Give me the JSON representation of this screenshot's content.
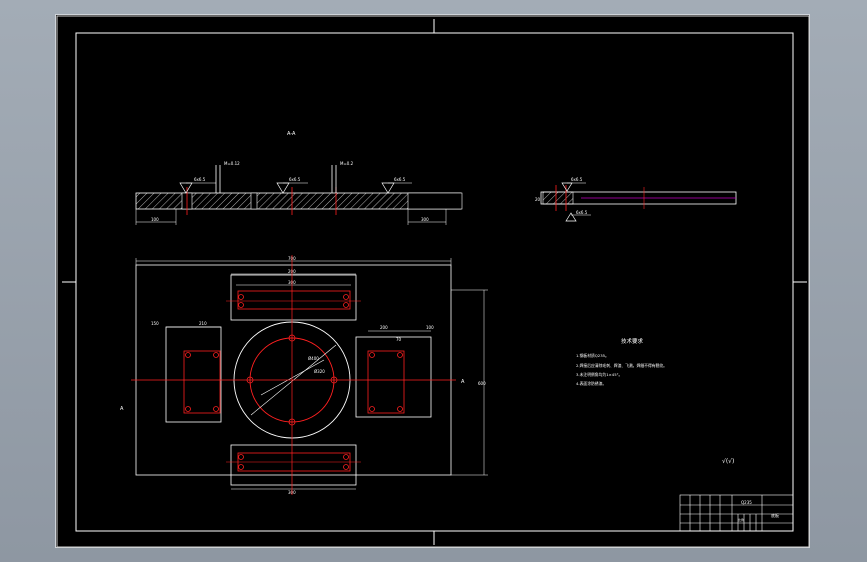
{
  "colors": {
    "background": "#000000",
    "frame": "#ffffff",
    "center_line": "#ff2020",
    "hole": "#ff2020",
    "hatch": "#ffffff",
    "dimension": "#ffffff",
    "accent_magenta": "#c000c0"
  },
  "section_view": {
    "label": "A-A",
    "note_left": "M=0.12",
    "note_right": "M=0.2",
    "weld_symbols": [
      "6x6.5",
      "6x6.5",
      "6x6.5"
    ],
    "dim_left": "100",
    "dim_right": "300"
  },
  "side_view": {
    "weld_top": "6x6.5",
    "weld_bottom": "6x6.5",
    "dim_left": "20"
  },
  "plan_view": {
    "dim_overall_top": "700",
    "dim_top_slot_outer": "200",
    "dim_top_slot_inner": "300",
    "dim_left_a": "150",
    "dim_left_b": "210",
    "dim_right_a": "200",
    "dim_right_b": "100",
    "dim_right_inner": "70",
    "dim_bottom": "300",
    "dim_side": "600",
    "circle_dim_1": "Ø400",
    "circle_dim_2": "Ø320",
    "side_mark_left": "A",
    "side_mark_right": "A"
  },
  "tech_requirements": {
    "title": "技术要求",
    "lines": [
      "1.钢板材质Q235。",
      "2.焊接后应清除毛刺、焊渣、飞溅，焊缝不得有裂纹。",
      "3.未注明倒角均为1×45°。",
      "4.表面涂防锈漆。"
    ]
  },
  "roughness_mark": "√(√)",
  "title_block": {
    "drawing_name": "底板",
    "material": "Q235",
    "scale_label": "比例"
  }
}
